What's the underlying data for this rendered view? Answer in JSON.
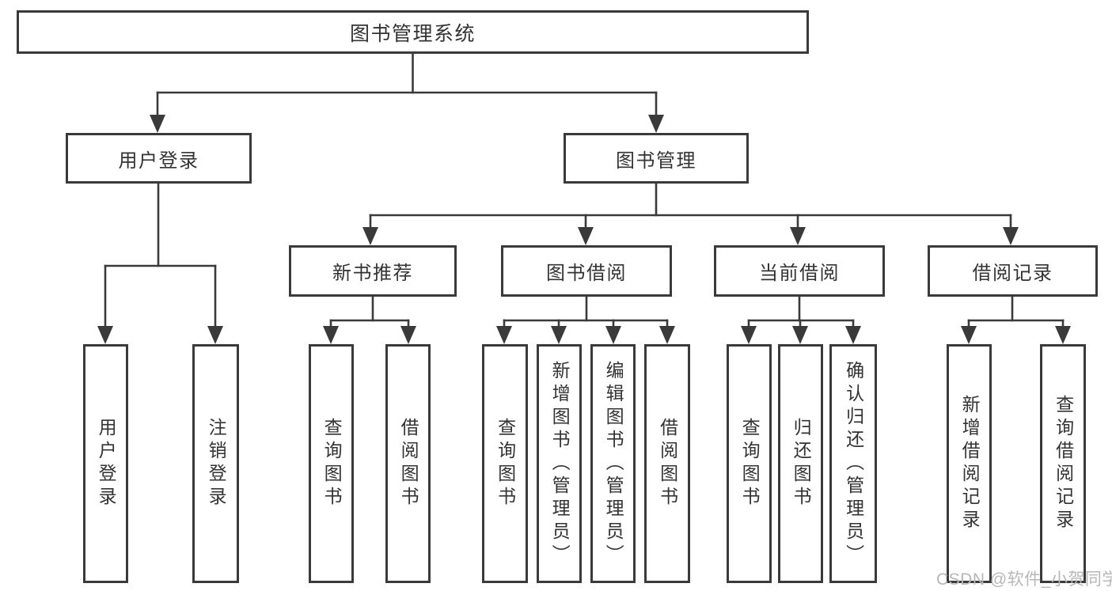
{
  "tree": {
    "label": "图书管理系统",
    "children": [
      {
        "label": "用户登录",
        "children": [
          {
            "label": "用户登录"
          },
          {
            "label": "注销登录"
          }
        ]
      },
      {
        "label": "图书管理",
        "children": [
          {
            "label": "新书推荐",
            "children": [
              {
                "label": "查询图书"
              },
              {
                "label": "借阅图书"
              }
            ]
          },
          {
            "label": "图书借阅",
            "children": [
              {
                "label": "查询图书"
              },
              {
                "label": "新增图书（管理员）"
              },
              {
                "label": "编辑图书（管理员）"
              },
              {
                "label": "借阅图书"
              }
            ]
          },
          {
            "label": "当前借阅",
            "children": [
              {
                "label": "查询图书"
              },
              {
                "label": "归还图书"
              },
              {
                "label": "确认归还（管理员）"
              }
            ]
          },
          {
            "label": "借阅记录",
            "children": [
              {
                "label": "新增借阅记录"
              },
              {
                "label": "查询借阅记录"
              }
            ]
          }
        ]
      }
    ]
  },
  "watermark": "CSDN @软件_小贺同学",
  "colors": {
    "line": "#3a3a3a",
    "text": "#333333",
    "watermark": "#b7b7b7",
    "background": "#ffffff"
  }
}
